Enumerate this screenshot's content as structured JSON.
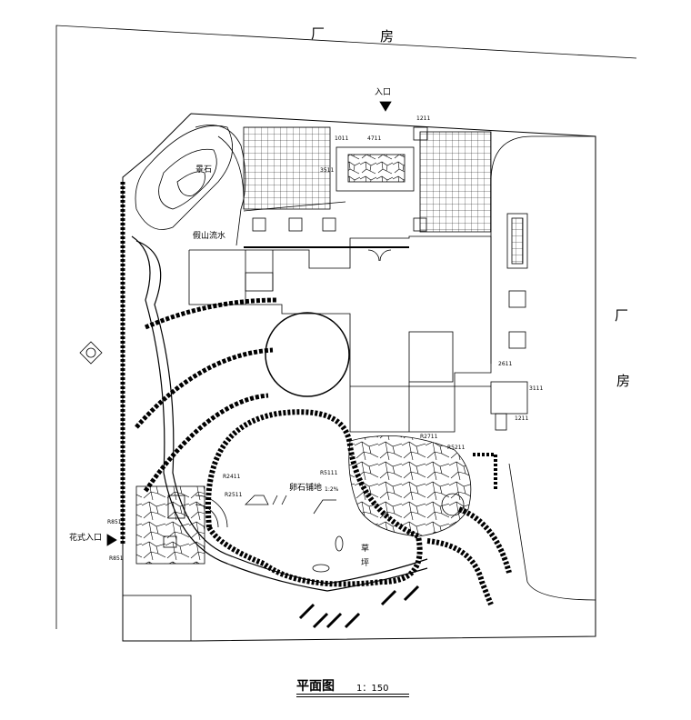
{
  "labels": {
    "factory_top_1": "厂",
    "factory_top_2": "房",
    "factory_right_1": "厂",
    "factory_right_2": "房",
    "entrance_top": "入口",
    "flower_entrance": "花式入口",
    "landscape_stone": "景石",
    "rockery_water": "假山流水",
    "grass_1": "草",
    "grass_2": "坪",
    "pebble_paving": "卵石铺地",
    "r_label_1": "R5111",
    "r_label_2": "R2411",
    "r_label_3": "R2511",
    "r_label_4": "R2711",
    "r_label_5": "R5211",
    "r_label_6": "R851",
    "r_label_7": "R851",
    "slope": "1:2%",
    "dim_1": "4711",
    "dim_2": "1011",
    "dim_3": "1211",
    "dim_4": "3511",
    "dim_5": "2611",
    "dim_6": "3111",
    "dim_7": "1211"
  },
  "title": {
    "text": "平面图",
    "scale": "1：150"
  },
  "colors": {
    "line": "#000000",
    "background": "#ffffff"
  }
}
